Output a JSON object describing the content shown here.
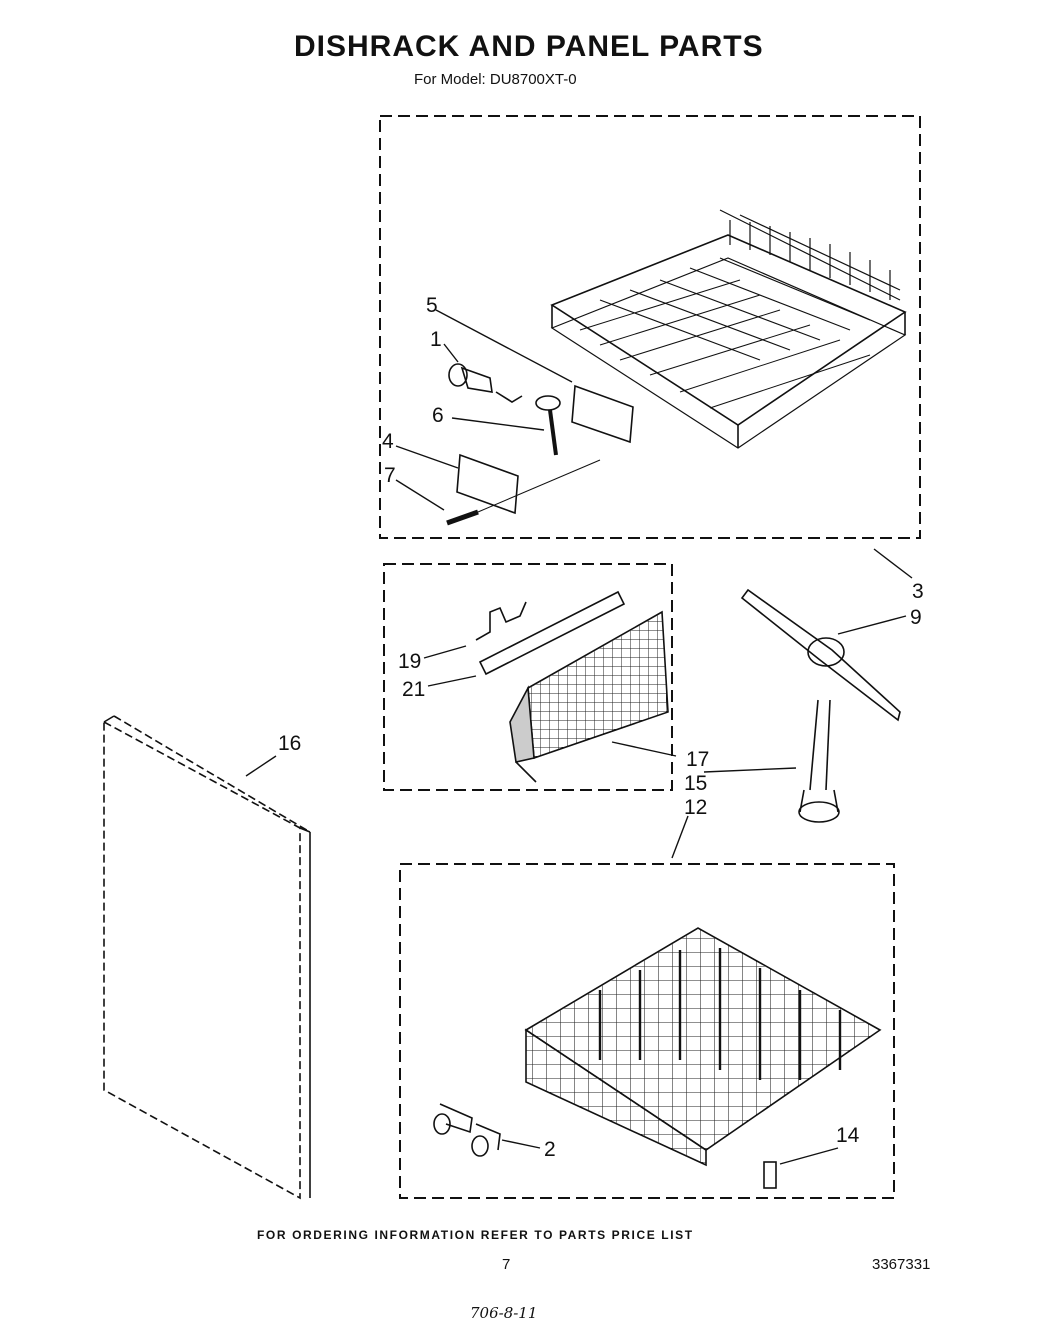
{
  "title": "DISHRACK AND PANEL PARTS",
  "subtitle": "For Model: DU8700XT-0",
  "footer_note": "FOR ORDERING INFORMATION REFER TO PARTS PRICE LIST",
  "page_number": "7",
  "document_number": "3367331",
  "handwritten_note": "706-8-11",
  "callouts": {
    "c1": "1",
    "c2": "2",
    "c3": "3",
    "c4": "4",
    "c5": "5",
    "c6": "6",
    "c7": "7",
    "c9": "9",
    "c12": "12",
    "c14": "14",
    "c15": "15",
    "c16": "16",
    "c17": "17",
    "c19": "19",
    "c21": "21"
  }
}
